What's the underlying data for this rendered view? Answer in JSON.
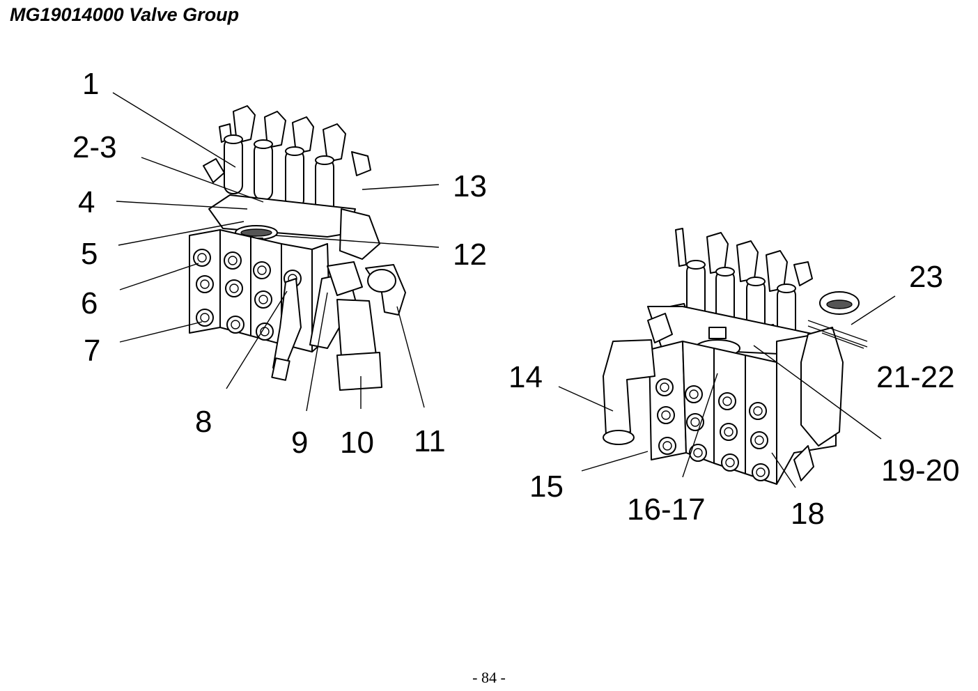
{
  "page": {
    "title": "MG19014000 Valve Group",
    "page_number": "- 84 -"
  },
  "figure": {
    "callouts": [
      "1",
      "2-3",
      "4",
      "5",
      "6",
      "7",
      "8",
      "9",
      "10",
      "11",
      "12",
      "13",
      "14",
      "15",
      "16-17",
      "18",
      "19-20",
      "21-22",
      "23"
    ]
  }
}
